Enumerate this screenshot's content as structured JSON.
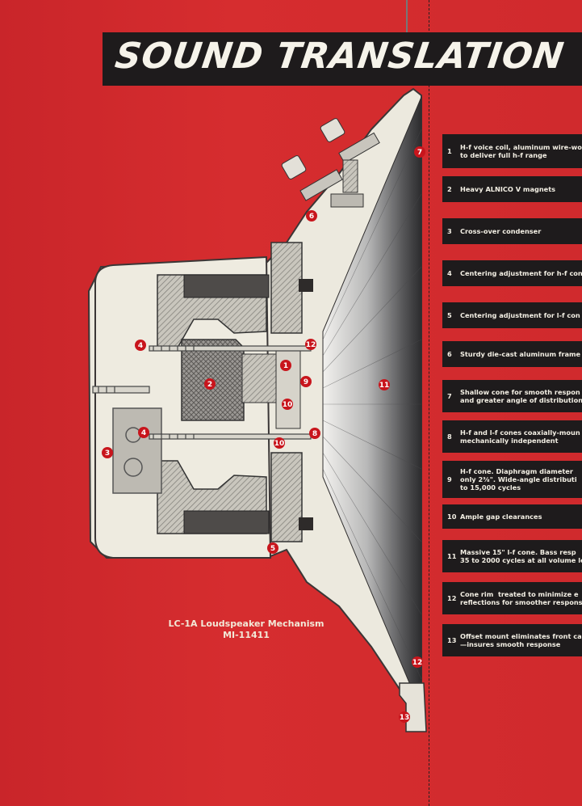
{
  "title": "SOUND TRANSLATION",
  "caption": {
    "line1": "LC-1A Loudspeaker Mechanism",
    "line2": "MI-11411"
  },
  "colors": {
    "background": "#d42a2c",
    "panel": "#1e1b1c",
    "cast": "#ece9de",
    "hatch": "#8f8f8f",
    "badge": "#c8151c"
  },
  "features": [
    {
      "num": "1",
      "text": "H-f voice coil, aluminum wire-wo\nto deliver full h-f range"
    },
    {
      "num": "2",
      "text": "Heavy ALNICO V magnets"
    },
    {
      "num": "3",
      "text": "Cross-over condenser"
    },
    {
      "num": "4",
      "text": "Centering adjustment for h-f con"
    },
    {
      "num": "5",
      "text": "Centering adjustment for l-f con"
    },
    {
      "num": "6",
      "text": "Sturdy die-cast aluminum frame"
    },
    {
      "num": "7",
      "text": "Shallow cone for smooth respon\nand greater angle of distribution"
    },
    {
      "num": "8",
      "text": "H-f and l-f cones coaxially-moun\nmechanically independent"
    },
    {
      "num": "9",
      "text": "H-f cone. Diaphragm diameter\nonly 2⅜\". Wide-angle distributi\nto 15,000 cycles"
    },
    {
      "num": "10",
      "text": "Ample gap clearances"
    },
    {
      "num": "11",
      "text": "Massive 15\" l-f cone. Bass resp\n35 to 2000 cycles at all volume le"
    },
    {
      "num": "12",
      "text": "Cone rim  treated to minimize e\nreflections for smoother respons"
    },
    {
      "num": "13",
      "text": "Offset mount eliminates front ca\n—insures smooth response"
    }
  ],
  "callouts": [
    "1",
    "2",
    "3",
    "4",
    "4",
    "5",
    "6",
    "7",
    "8",
    "9",
    "10",
    "10",
    "11",
    "12",
    "12",
    "13"
  ]
}
